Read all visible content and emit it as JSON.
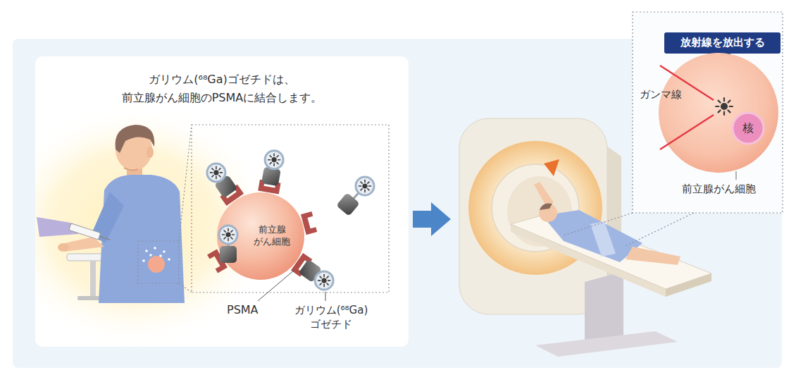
{
  "diagram": {
    "nodes": [
      {
        "text": [
          "ガリウム(⁶⁸Ga)ゴゼチドは、 前立腺がん細胞のPSMAに結合します。"
        ]
      },
      {
        "text": [
          "前立腺 がん細胞"
        ],
        "in": 0
      },
      {
        "text": [
          "放射線を放出する"
        ]
      },
      {
        "text": [
          "前立腺がん細胞"
        ]
      },
      {
        "text": [
          "核"
        ],
        "in": 3
      }
    ],
    "labels": [
      "PSMA",
      "ガリウム(⁶⁸Ga) ゴゼチド",
      "ガンマ線"
    ]
  }
}
